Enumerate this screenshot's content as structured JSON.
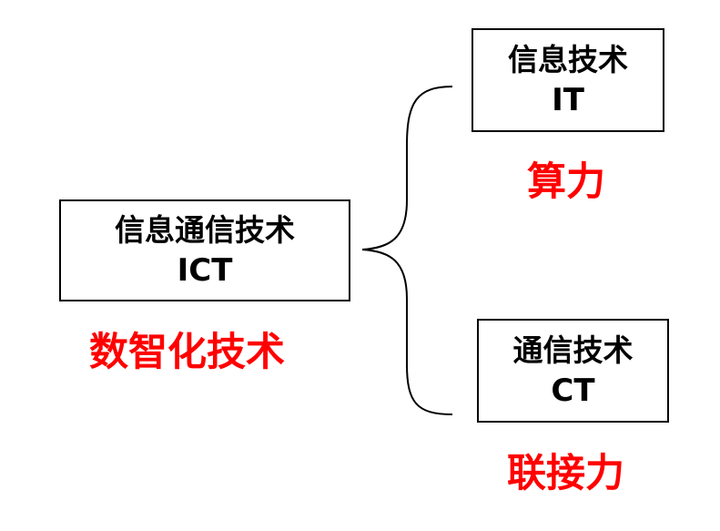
{
  "colors": {
    "caption": "#ff0000",
    "border": "#000000",
    "text": "#000000"
  },
  "nodes": {
    "ict": {
      "name": "信息通信技术",
      "abbr": "ICT",
      "caption": "数智化技术"
    },
    "it": {
      "name": "信息技术",
      "abbr": "IT",
      "caption": "算力"
    },
    "ct": {
      "name": "通信技术",
      "abbr": "CT",
      "caption": "联接力"
    }
  }
}
